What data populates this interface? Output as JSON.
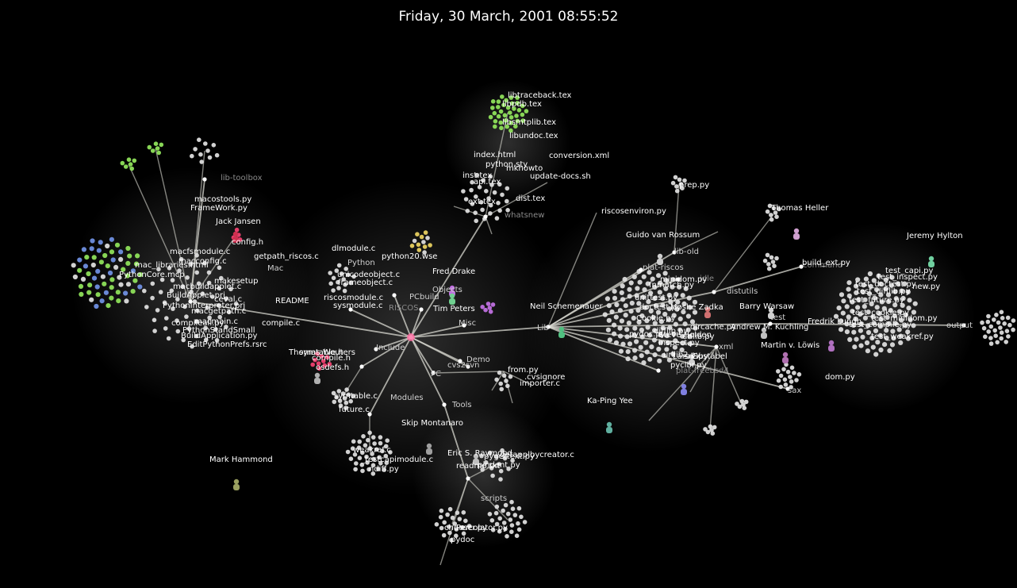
{
  "header": {
    "timestamp": "Friday, 30 March, 2001 08:55:52"
  },
  "colors": {
    "background": "#000000",
    "edge": "#d8d8d0",
    "file_default": "#dcdcdc",
    "file_green": "#8ee05a",
    "file_blue": "#6f8fe0",
    "file_red": "#f04070",
    "file_purple": "#c070e0",
    "file_yellow": "#e8d060",
    "label": "#ffffff",
    "label_dim": "#8a8a8a",
    "user": "#b8b8b8"
  },
  "directories": [
    {
      "name": "",
      "label_dim": false
    },
    {
      "name": "Modules",
      "label_dim": false
    },
    {
      "name": "Objects",
      "label_dim": false
    },
    {
      "name": "Python",
      "label_dim": false
    },
    {
      "name": "PCbuild",
      "label_dim": false
    },
    {
      "name": "Misc",
      "label_dim": false
    },
    {
      "name": "Demo",
      "label_dim": false
    },
    {
      "name": "Tools",
      "label_dim": false
    },
    {
      "name": "PC",
      "label_dim": false
    },
    {
      "name": "Include",
      "label_dim": false
    },
    {
      "name": "Lib",
      "label_dim": false
    },
    {
      "name": "lib-old",
      "label_dim": false
    },
    {
      "name": "plat-riscos",
      "label_dim": false
    },
    {
      "name": "distutils",
      "label_dim": false
    },
    {
      "name": "command",
      "label_dim": true
    },
    {
      "name": "test",
      "label_dim": false
    },
    {
      "name": "output",
      "label_dim": false
    },
    {
      "name": "xml",
      "label_dim": false
    },
    {
      "name": "scripts",
      "label_dim": false
    },
    {
      "name": "RISCOS",
      "label_dim": true
    },
    {
      "name": "whatsnew",
      "label_dim": true
    },
    {
      "name": "lib-toolbox",
      "label_dim": true
    },
    {
      "name": "Mac",
      "label_dim": false
    },
    {
      "name": "cvs2svn",
      "label_dim": false
    },
    {
      "name": "sax",
      "label_dim": false
    },
    {
      "name": "plat-freebsd4",
      "label_dim": true
    },
    {
      "name": "idle",
      "label_dim": true
    }
  ],
  "files": [
    "libsmtplib.tex",
    "libundoc.tex",
    "libtraceback.tex",
    "libpdb.tex",
    "index.html",
    "python.sty",
    "inst.tex",
    "python20.wse",
    "mkhowto",
    "api.tex",
    "ext.tex",
    "dist.tex",
    "update-docs.sh",
    "conversion.xml",
    "macostools.py",
    "FrameWork.py",
    "dlmodule.c",
    "riscosmodule.c",
    "getpath_riscos.c",
    "makesetup",
    "compile.c",
    "sysmodule.c",
    "config.h",
    "osdefs.h",
    "symtable.h",
    "compile.h",
    "future.c",
    "symtable.c",
    "weakref.c",
    "_testcapimodule.c",
    "ndiff.py",
    "pygettext.py",
    "pindent.py",
    "Percolator.py",
    "pydoc",
    "from.py",
    "importer.c",
    ".cvsignore",
    "riscosenviron.py",
    "prep.py",
    "build_ext.py",
    "new.py",
    "test_capi.py",
    "test_inspect.py",
    "test_doctest.py",
    "test_difflib.py",
    "test_future.py",
    "test_cookie.py",
    "test_compile.py",
    "test_minidom.py",
    "test_weakref.py",
    "urllib2.py",
    "inspect.py",
    "difflib.py",
    "pydoc.py",
    "unittest.py",
    "doctest.py",
    "Cookie.py",
    "fnmatch.py",
    "dircache.py",
    "urllib.py",
    "sre.py",
    "pyclbr.py",
    "minidom.py",
    "dom.py",
    "README",
    "unicodeobject.c",
    "frameobject.c",
    "ceval.c",
    "mac_libraries.html",
    "PythonCore.mcp",
    "PythonInterpreter.prj",
    "BuildApplet.prj",
    "compileall.py",
    "macfsmodule.c",
    "macconfig.c",
    "macgetpath.c",
    "macmain.c",
    "PythonStandSmall",
    "macbuildapplet.c",
    "BuildApplication.py",
    "EditPythonPrefs.rsrc",
    "readme.txt",
    "getapplbycreator.c",
    "chooser.py",
    "pygettext.py",
    "Binding.py"
  ],
  "users": [
    "Jack Jansen",
    "Fred Drake",
    "Tim Peters",
    "Thomas Wouters",
    "Skip Montanaro",
    "Eric S. Raymond",
    "Mark Hammond",
    "Neil Schemenauer",
    "Guido van Rossum",
    "Ka-Ping Yee",
    "Thomas Heller",
    "Jeremy Hylton",
    "Barry Warsaw",
    "Andrew M. Kuchling",
    "Martin v. Löwis",
    "Fredrik Lundh",
    "Moshe Zadka",
    "Steve Holden",
    "Lars Gustäbel"
  ]
}
